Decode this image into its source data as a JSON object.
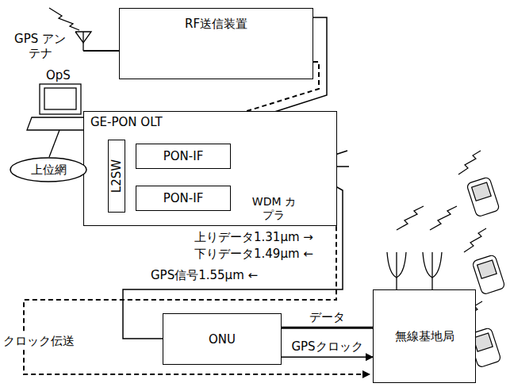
{
  "diagram": {
    "nodes": [
      {
        "text": [
          "RF送信装置"
        ]
      },
      {
        "text": [
          "GE-PON OLT"
        ]
      },
      {
        "text": [
          "L2SW"
        ],
        "in": 1
      },
      {
        "text": [
          "PON-IF"
        ],
        "in": 1
      },
      {
        "text": [
          "PON-IF"
        ],
        "in": 1
      },
      {
        "text": [
          "上位網"
        ]
      },
      {
        "text": [
          "ONU"
        ]
      },
      {
        "text": [
          "無線基地局"
        ]
      }
    ],
    "edges": [
      {
        "from": 5,
        "to": 2,
        "arrow": "none"
      },
      {
        "from": 2,
        "to": 3,
        "arrow": "none"
      },
      {
        "from": 2,
        "to": 4,
        "arrow": "none"
      },
      {
        "from": 6,
        "to": 7,
        "label": "データ",
        "arrow": "none"
      },
      {
        "from": 6,
        "to": 7,
        "label": "GPSクロック",
        "arrow": "to"
      }
    ],
    "labels": [
      "GPS アンテナ",
      "OpS",
      "WDM カプラ",
      "上りデータ1.31μm →",
      "下りデータ1.49μm ←",
      "GPS信号1.55μm ←",
      "クロック伝送"
    ]
  }
}
